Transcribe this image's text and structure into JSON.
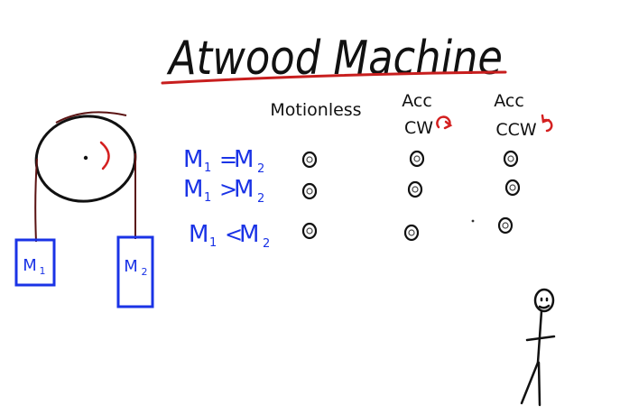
{
  "title": "Atwood Machine",
  "columns": [
    "Motionless",
    "Acc CW",
    "Acc CCW"
  ],
  "column_lines": [
    [
      "Motionless"
    ],
    [
      "Acc",
      "CW"
    ],
    [
      "Acc",
      "CCW"
    ]
  ],
  "rows": [
    {
      "lhs": "M",
      "lhs_sub": "1",
      "op": "=",
      "rhs": "M",
      "rhs_sub": "2"
    },
    {
      "lhs": "M",
      "lhs_sub": "1",
      "op": ">",
      "rhs": "M",
      "rhs_sub": "2"
    },
    {
      "lhs": "M",
      "lhs_sub": "1",
      "op": "<",
      "rhs": "M",
      "rhs_sub": "2"
    }
  ],
  "blocks": {
    "left": {
      "label": "M",
      "sub": "1"
    },
    "right": {
      "label": "M",
      "sub": "2"
    }
  },
  "colors": {
    "ink": "#111111",
    "underline": "#c81e1e",
    "blue": "#1a33e6",
    "red": "#d42020",
    "rope": "#5a1212"
  },
  "icons": [
    "pulley-icon",
    "rotation-arrow-icon",
    "radio-option-icon",
    "stick-figure-icon"
  ]
}
